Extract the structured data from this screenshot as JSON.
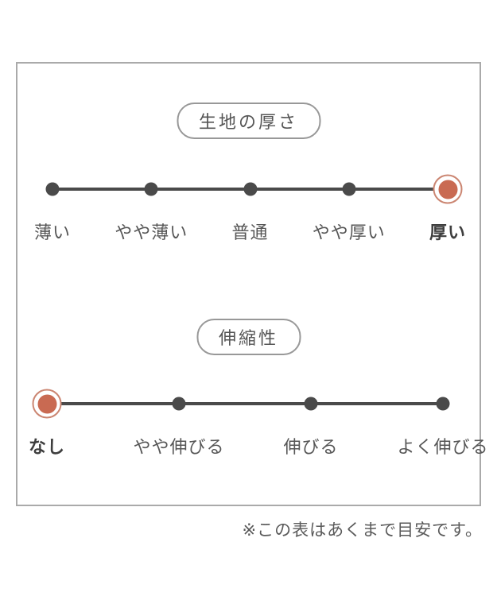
{
  "chart_data": [
    {
      "type": "scatter",
      "title": "生地の厚さ",
      "categories": [
        "薄い",
        "やや薄い",
        "普通",
        "やや厚い",
        "厚い"
      ],
      "selected_index": 4,
      "selected_label": "厚い",
      "x_positions_pct": [
        0,
        25,
        50,
        75,
        100
      ],
      "legend_position": "none",
      "grid": false
    },
    {
      "type": "scatter",
      "title": "伸縮性",
      "categories": [
        "なし",
        "やや伸びる",
        "伸びる",
        "よく伸びる"
      ],
      "selected_index": 0,
      "selected_label": "なし",
      "x_positions_pct": [
        0,
        33.333,
        66.667,
        100
      ],
      "legend_position": "none",
      "grid": false
    }
  ],
  "note": "※この表はあくまで目安です。",
  "colors": {
    "accent": "#c96a52",
    "accent_ring": "#cb8571",
    "track": "#4a4a4a",
    "label": "#565656",
    "selected_label": "#3e3e3e",
    "panel_border": "#aaaaaa",
    "note_text": "#5a5a5a"
  }
}
